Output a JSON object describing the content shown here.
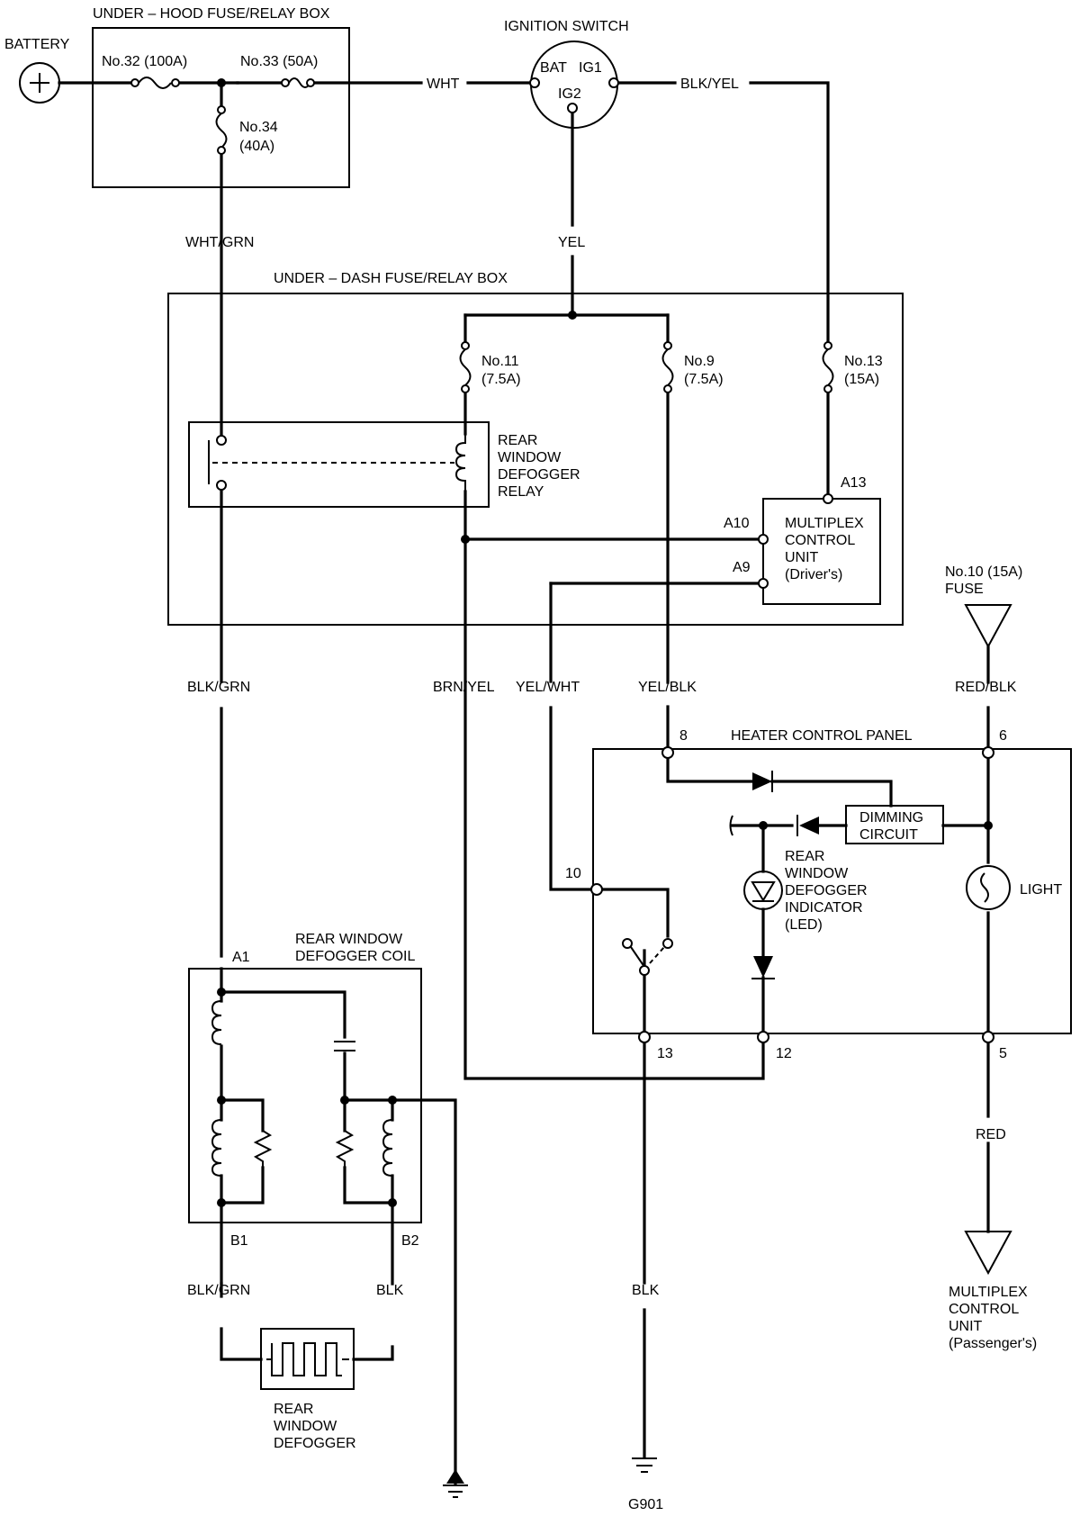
{
  "title": "",
  "labels": {
    "battery": "BATTERY",
    "under_hood_box": "UNDER – HOOD FUSE/RELAY BOX",
    "fuse32": "No.32 (100A)",
    "fuse33": "No.33 (50A)",
    "fuse34_no": "No.34",
    "fuse34_amp": "(40A)",
    "wht": "WHT",
    "ignition_switch": "IGNITION SWITCH",
    "bat": "BAT",
    "ig1": "IG1",
    "ig2": "IG2",
    "blk_yel": "BLK/YEL",
    "wht_grn": "WHT/GRN",
    "yel": "YEL",
    "under_dash_box": "UNDER – DASH FUSE/RELAY BOX",
    "fuse11_no": "No.11",
    "fuse11_amp": "(7.5A)",
    "fuse9_no": "No.9",
    "fuse9_amp": "(7.5A)",
    "fuse13_no": "No.13",
    "fuse13_amp": "(15A)",
    "relay_l1": "REAR",
    "relay_l2": "WINDOW",
    "relay_l3": "DEFOGGER",
    "relay_l4": "RELAY",
    "a13": "A13",
    "a10": "A10",
    "a9": "A9",
    "mcu_l1": "MULTIPLEX",
    "mcu_l2": "CONTROL",
    "mcu_l3": "UNIT",
    "mcu_l4": "(Driver's)",
    "fuse10_l1": "No.10 (15A)",
    "fuse10_l2": "FUSE",
    "blk_grn_upper": "BLK/GRN",
    "brn_yel": "BRN/YEL",
    "yel_wht": "YEL/WHT",
    "yel_blk": "YEL/BLK",
    "red_blk": "RED/BLK",
    "pin8": "8",
    "heater_panel": "HEATER CONTROL PANEL",
    "pin6": "6",
    "dimming_l1": "DIMMING",
    "dimming_l2": "CIRCUIT",
    "led_l1": "REAR",
    "led_l2": "WINDOW",
    "led_l3": "DEFOGGER",
    "led_l4": "INDICATOR",
    "led_l5": "(LED)",
    "light": "LIGHT",
    "pin10": "10",
    "pin13": "13",
    "pin12": "12",
    "pin5": "5",
    "coil_l1": "REAR WINDOW",
    "coil_l2": "DEFOGGER COIL",
    "a1": "A1",
    "b1": "B1",
    "b2": "B2",
    "blk_grn_lower": "BLK/GRN",
    "blk_b2": "BLK",
    "blk_g901": "BLK",
    "red": "RED",
    "mcu2_l1": "MULTIPLEX",
    "mcu2_l2": "CONTROL",
    "mcu2_l3": "UNIT",
    "mcu2_l4": "(Passenger's)",
    "defogger_l1": "REAR",
    "defogger_l2": "WINDOW",
    "defogger_l3": "DEFOGGER",
    "g901": "G901"
  }
}
